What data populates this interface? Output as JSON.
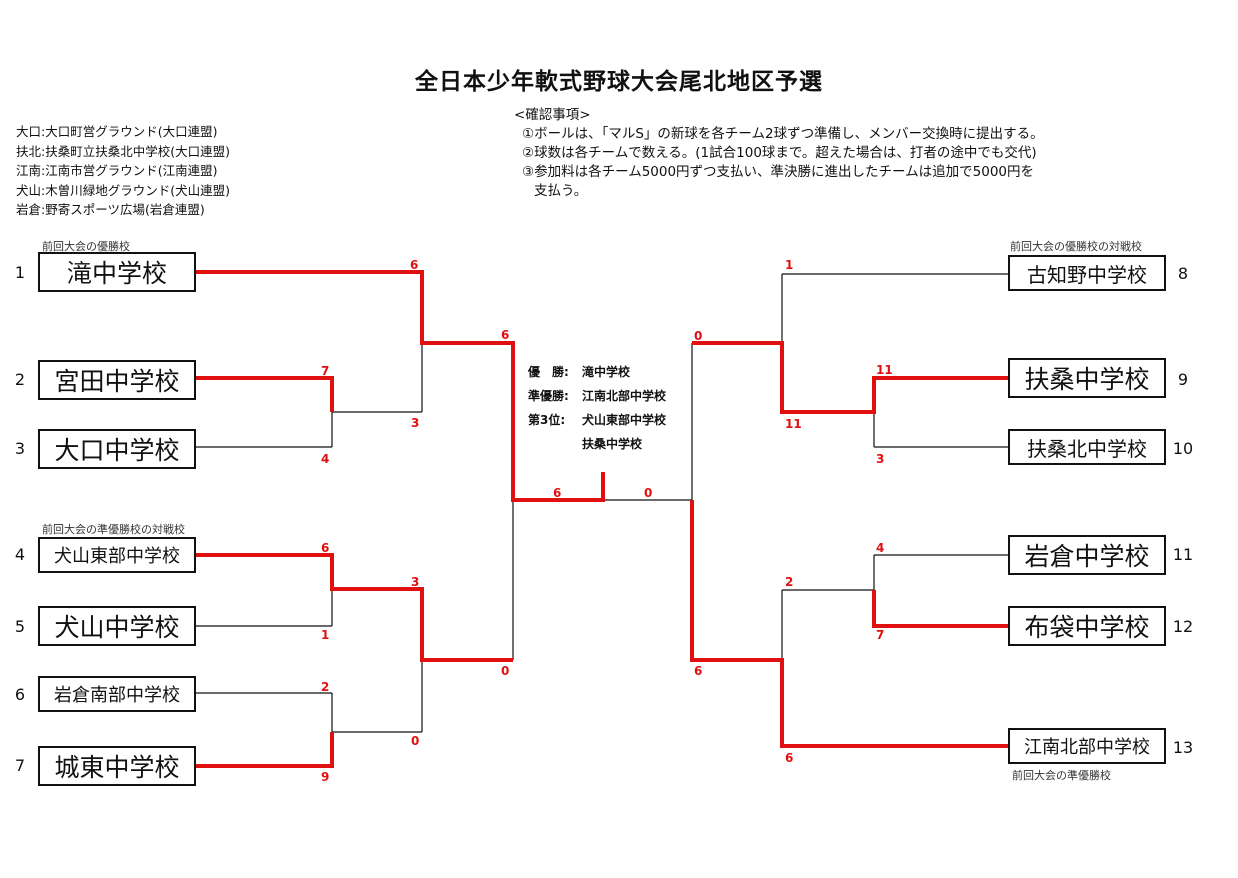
{
  "title": "全日本少年軟式野球大会尾北地区予選",
  "venues": [
    "大口:大口町営グラウンド(大口連盟)",
    "扶北:扶桑町立扶桑北中学校(大口連盟)",
    "江南:江南市営グラウンド(江南連盟)",
    "犬山:木曽川緑地グラウンド(犬山連盟)",
    "岩倉:野寄スポーツ広場(岩倉連盟)"
  ],
  "notes": {
    "title": "<確認事項>",
    "items": [
      "①ボールは、「マルS」の新球を各チーム2球ずつ準備し、メンバー交換時に提出する。",
      "②球数は各チームで数える。(1試合100球まで。超えた場合は、打者の途中でも交代)",
      "③参加料は各チーム5000円ずつ支払い、準決勝に進出したチームは追加で5000円を"
    ],
    "continuation": "支払う。"
  },
  "captions": {
    "left_top": "前回大会の優勝校",
    "left_mid": "前回大会の準優勝校の対戦校",
    "right_top": "前回大会の優勝校の対戦校",
    "right_bottom": "前回大会の準優勝校"
  },
  "teams": [
    {
      "seed": "1",
      "name": "滝中学校"
    },
    {
      "seed": "2",
      "name": "宮田中学校"
    },
    {
      "seed": "3",
      "name": "大口中学校"
    },
    {
      "seed": "4",
      "name": "犬山東部中学校"
    },
    {
      "seed": "5",
      "name": "犬山中学校"
    },
    {
      "seed": "6",
      "name": "岩倉南部中学校"
    },
    {
      "seed": "7",
      "name": "城東中学校"
    },
    {
      "seed": "8",
      "name": "古知野中学校"
    },
    {
      "seed": "9",
      "name": "扶桑中学校"
    },
    {
      "seed": "10",
      "name": "扶桑北中学校"
    },
    {
      "seed": "11",
      "name": "岩倉中学校"
    },
    {
      "seed": "12",
      "name": "布袋中学校"
    },
    {
      "seed": "13",
      "name": "江南北部中学校"
    }
  ],
  "scores": {
    "l_r1_a": "6",
    "l_r1_b": "6",
    "l_q1_a": "7",
    "l_q1_b": "3",
    "l_q1_c": "4",
    "l_q2_a": "6",
    "l_q2_b": "3",
    "l_q2_c": "1",
    "l_q3_a": "2",
    "l_q3_b": "0",
    "l_q3_c": "9",
    "l_sf": "0",
    "final_l": "6",
    "final_r": "0",
    "r_r1_a": "1",
    "r_r1_b": "0",
    "r_q1_a": "11",
    "r_q1_b": "11",
    "r_q1_c": "3",
    "r_q2_a": "4",
    "r_q2_b": "2",
    "r_q2_c": "7",
    "r_sf_a": "6",
    "r_sf_b": "6"
  },
  "results": [
    {
      "label": "優　勝:",
      "value": "滝中学校"
    },
    {
      "label": "準優勝:",
      "value": "江南北部中学校"
    },
    {
      "label": "第3位:",
      "value": "犬山東部中学校"
    },
    {
      "label": "",
      "value": "扶桑中学校"
    }
  ],
  "colors": {
    "win_line": "#e01010",
    "line": "#111111"
  }
}
